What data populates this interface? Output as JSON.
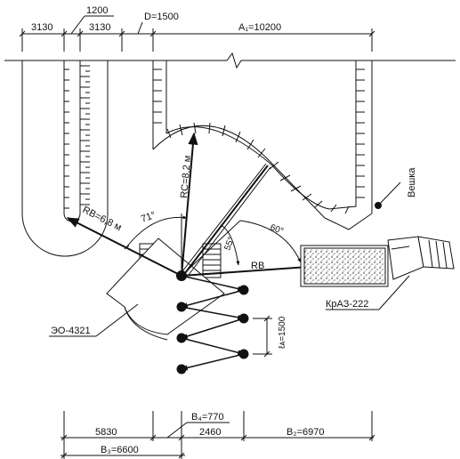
{
  "top_dims": {
    "d1": "3130",
    "d2": "1200",
    "d3": "3130",
    "d4": "D=1500",
    "d5": "A₁=10200"
  },
  "radii": {
    "r_v": "RВ=6,8 м",
    "r_s": "RС=8,2 м",
    "r_b": "RВ"
  },
  "angles": {
    "a1": "71°",
    "a2": "55°",
    "a3": "60°"
  },
  "labels": {
    "excavator": "ЭО-4321",
    "truck": "КрАЗ-222",
    "marker": "Вешка",
    "step": "ℓᴀ=1500"
  },
  "bottom_dims": {
    "b4": "B₄=770",
    "d_5830": "5830",
    "d_2460": "2460",
    "b2": "B₂=6970",
    "b3": "B₃=6600"
  },
  "colors": {
    "ink": "#111111",
    "background": "#ffffff"
  }
}
